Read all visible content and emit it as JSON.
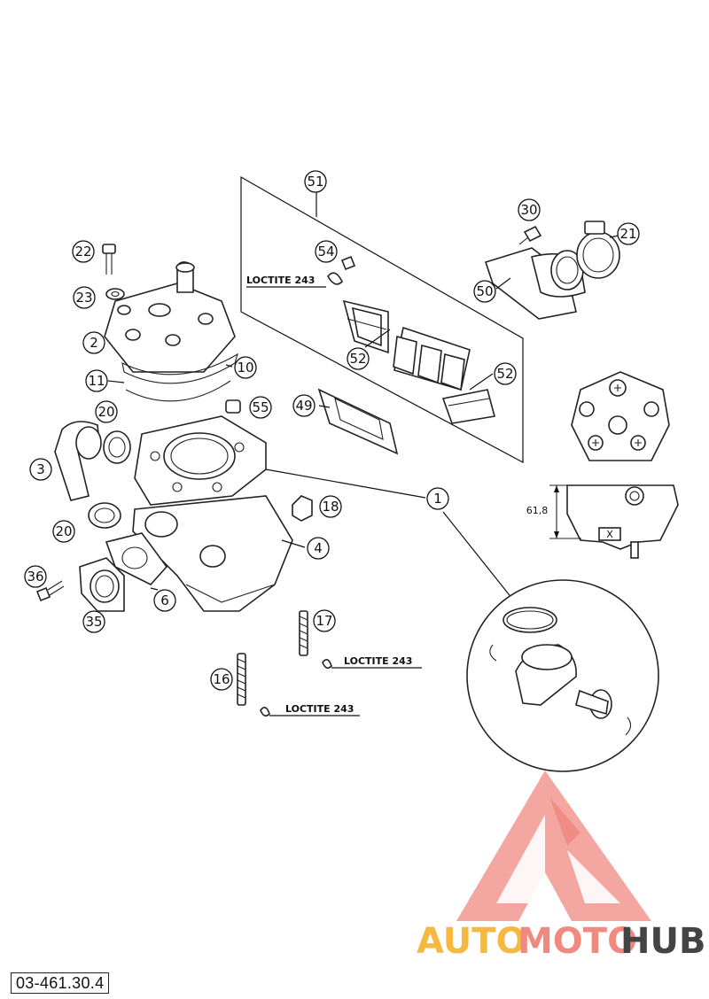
{
  "callouts": {
    "c1": "1",
    "c2": "2",
    "c3": "3",
    "c4": "4",
    "c6": "6",
    "c10": "10",
    "c11": "11",
    "c16": "16",
    "c17": "17",
    "c18": "18",
    "c20a": "20",
    "c20b": "20",
    "c21": "21",
    "c22": "22",
    "c23": "23",
    "c30": "30",
    "c35": "35",
    "c36": "36",
    "c49": "49",
    "c50": "50",
    "c51": "51",
    "c52a": "52",
    "c52b": "52",
    "c54": "54",
    "c55": "55"
  },
  "notes": {
    "loctite_reed": "LOCTITE 243",
    "loctite_17": "LOCTITE 243",
    "loctite_16": "LOCTITE 243"
  },
  "dimension": "61,8",
  "head_marking": "X",
  "watermark": {
    "auto": "AUTO",
    "moto": "MOTO",
    "hub": "HUB",
    "colors": {
      "logo": "#f08a80",
      "auto": "#f5b942",
      "moto": "#f08a80",
      "hub": "#444444"
    }
  },
  "doc_code": "03-461.30.4"
}
